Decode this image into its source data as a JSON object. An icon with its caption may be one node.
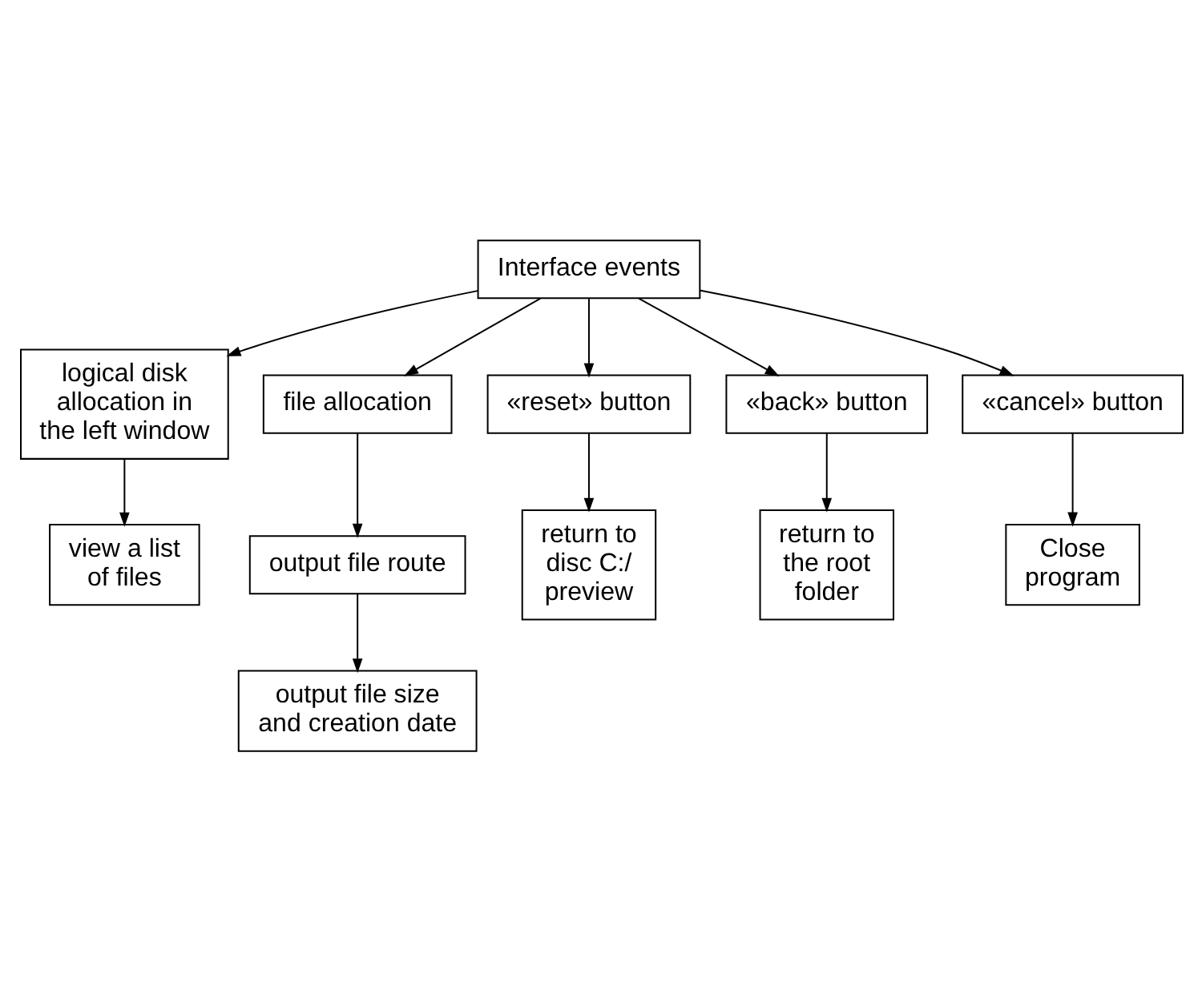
{
  "diagram": {
    "nodes": [
      {
        "text": [
          "Interface events"
        ]
      },
      {
        "text": [
          "logical disk allocation in the left window"
        ]
      },
      {
        "text": [
          "view a list of files"
        ]
      },
      {
        "text": [
          "file allocation"
        ]
      },
      {
        "text": [
          "output file route"
        ]
      },
      {
        "text": [
          "output file size and creation date"
        ]
      },
      {
        "text": [
          "«reset» button"
        ]
      },
      {
        "text": [
          "return to disc C:/ preview"
        ]
      },
      {
        "text": [
          "«back» button"
        ]
      },
      {
        "text": [
          "return to the root folder"
        ]
      },
      {
        "text": [
          "«cancel» button"
        ]
      },
      {
        "text": [
          "Close program"
        ]
      }
    ],
    "edges": [
      {
        "from": 0,
        "to": 1,
        "arrow": "to"
      },
      {
        "from": 1,
        "to": 2,
        "arrow": "to"
      },
      {
        "from": 0,
        "to": 3,
        "arrow": "to"
      },
      {
        "from": 3,
        "to": 4,
        "arrow": "to"
      },
      {
        "from": 4,
        "to": 5,
        "arrow": "to"
      },
      {
        "from": 0,
        "to": 6,
        "arrow": "to"
      },
      {
        "from": 6,
        "to": 7,
        "arrow": "to"
      },
      {
        "from": 0,
        "to": 8,
        "arrow": "to"
      },
      {
        "from": 8,
        "to": 9,
        "arrow": "to"
      },
      {
        "from": 0,
        "to": 10,
        "arrow": "to"
      },
      {
        "from": 10,
        "to": 11,
        "arrow": "to"
      }
    ]
  }
}
